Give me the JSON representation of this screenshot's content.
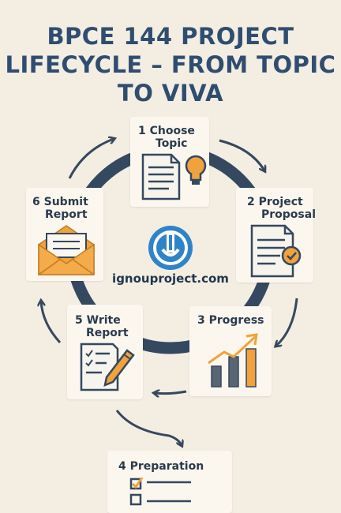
{
  "title": {
    "line1": "BPCE 144 PROJECT",
    "line2": "LIFECYCLE – FROM TOPIC",
    "line3": "TO VIVA"
  },
  "steps": [
    {
      "num": "1",
      "line1": "Choose",
      "line2": "Topic",
      "icon": "document-lightbulb-icon"
    },
    {
      "num": "2",
      "line1": "Project",
      "line2": "Proposal",
      "icon": "document-check-icon"
    },
    {
      "num": "3",
      "line1": "Progress",
      "line2": "",
      "icon": "bar-chart-growth-icon"
    },
    {
      "num": "4",
      "line1": "Preparation",
      "line2": "",
      "icon": "checklist-icon"
    },
    {
      "num": "5",
      "line1": "Write",
      "line2": "Report",
      "icon": "writing-pencil-icon"
    },
    {
      "num": "6",
      "line1": "Submit",
      "line2": "Report",
      "icon": "envelope-icon"
    }
  ],
  "logo": {
    "text": "ignouproject.com"
  },
  "colors": {
    "background": "#f4ede2",
    "ring": "#34485f",
    "accent_orange": "#f0a23c",
    "logo_blue": "#2f84c8"
  }
}
